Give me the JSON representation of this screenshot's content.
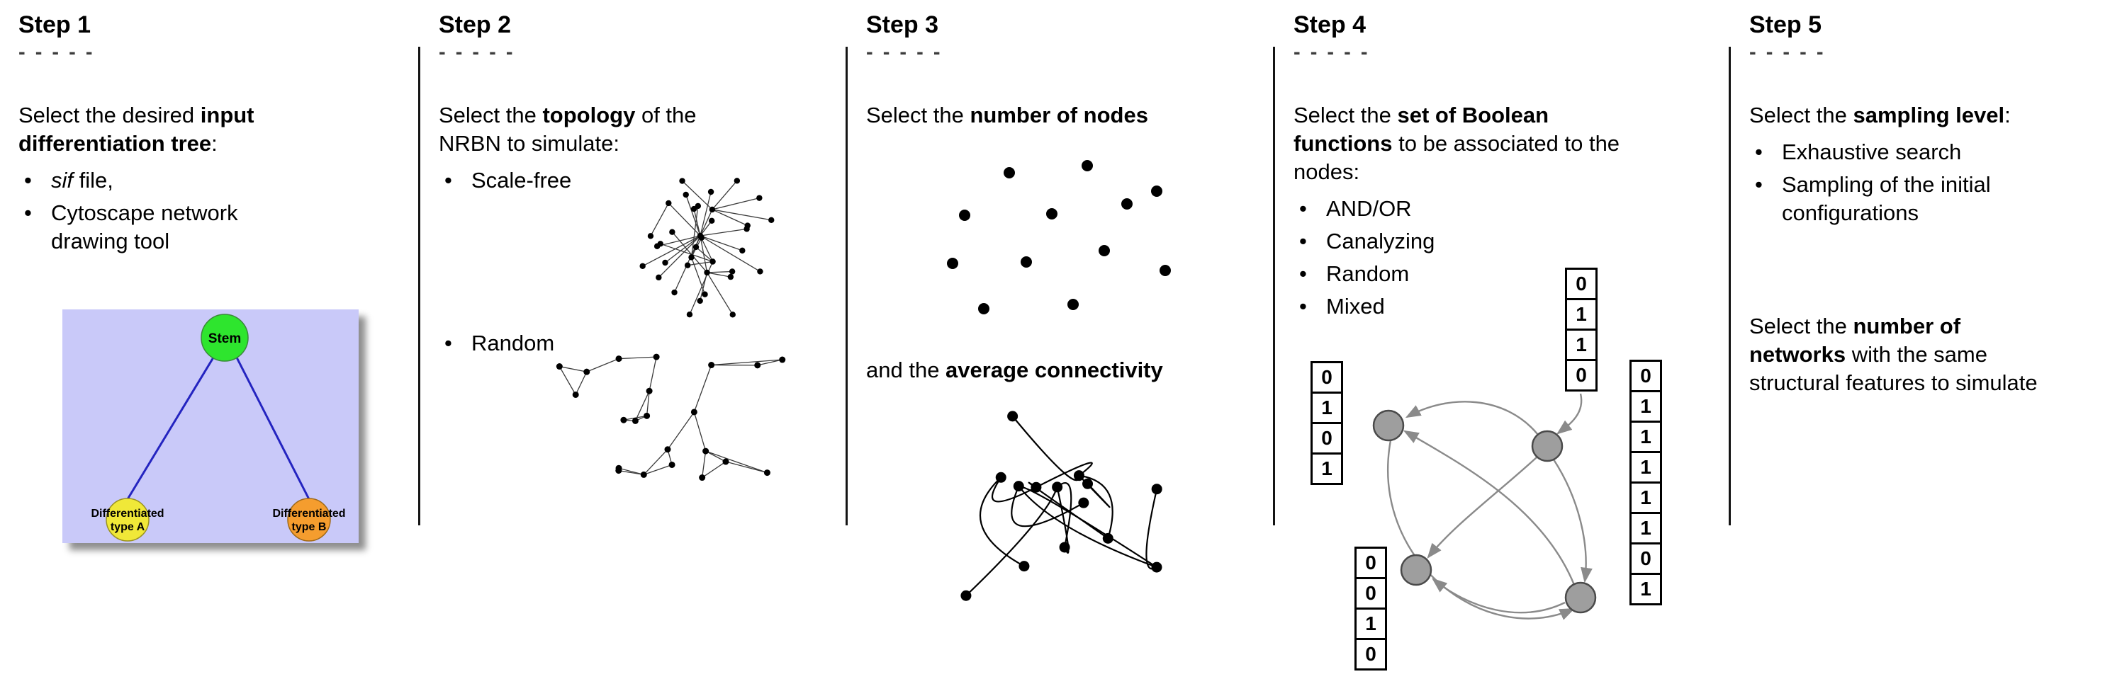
{
  "figure": {
    "background": "#ffffff",
    "divider_color": "#141414"
  },
  "steps": [
    {
      "title": "Step 1",
      "dashes": "- - - - -",
      "intro": [
        "Select the desired ",
        "input differentiation tree",
        ":"
      ],
      "bullets": [
        [
          "sif",
          " file,"
        ],
        [
          "Cytoscape network drawing tool"
        ]
      ],
      "tree": {
        "root_label": "Stem",
        "left_label_line1": "Differentiated",
        "left_label_line2": "type A",
        "right_label_line1": "Differentiated",
        "right_label_line2": "type B",
        "colors": {
          "background": "#c9c9f9",
          "root": "#2ee52e",
          "left": "#f0e838",
          "right": "#f59d2e",
          "edge": "#2424c0"
        }
      }
    },
    {
      "title": "Step 2",
      "dashes": "- - - - -",
      "intro": [
        "Select the ",
        "topology",
        " of the NRBN to simulate:"
      ],
      "bullets": [
        "Scale-free",
        "Random"
      ]
    },
    {
      "title": "Step 3",
      "dashes": "- - - - -",
      "intro": [
        "Select the ",
        "number of nodes"
      ],
      "connectivity": [
        "and the ",
        "average connectivity"
      ]
    },
    {
      "title": "Step 4",
      "dashes": "- - - - -",
      "intro": [
        "Select the ",
        "set of Boolean functions",
        " to be associated to the nodes:"
      ],
      "bullets": [
        "AND/OR",
        "Canalyzing",
        "Random",
        "Mixed"
      ],
      "truth_tables": {
        "left": [
          "0",
          "1",
          "0",
          "1"
        ],
        "top": [
          "0",
          "1",
          "1",
          "0"
        ],
        "bottom": [
          "0",
          "0",
          "1",
          "0"
        ],
        "right": [
          "0",
          "1",
          "1",
          "1",
          "1",
          "1",
          "0",
          "1"
        ]
      },
      "node_color": "#9e9e9e",
      "edge_color": "#8a8a8a"
    },
    {
      "title": "Step 5",
      "dashes": "- - - - -",
      "intro": [
        "Select the ",
        "sampling level",
        ":"
      ],
      "bullets": [
        "Exhaustive search",
        "Sampling of the initial configurations"
      ],
      "networks": [
        "Select the ",
        "number of networks",
        " with the same structural features to simulate"
      ]
    }
  ]
}
